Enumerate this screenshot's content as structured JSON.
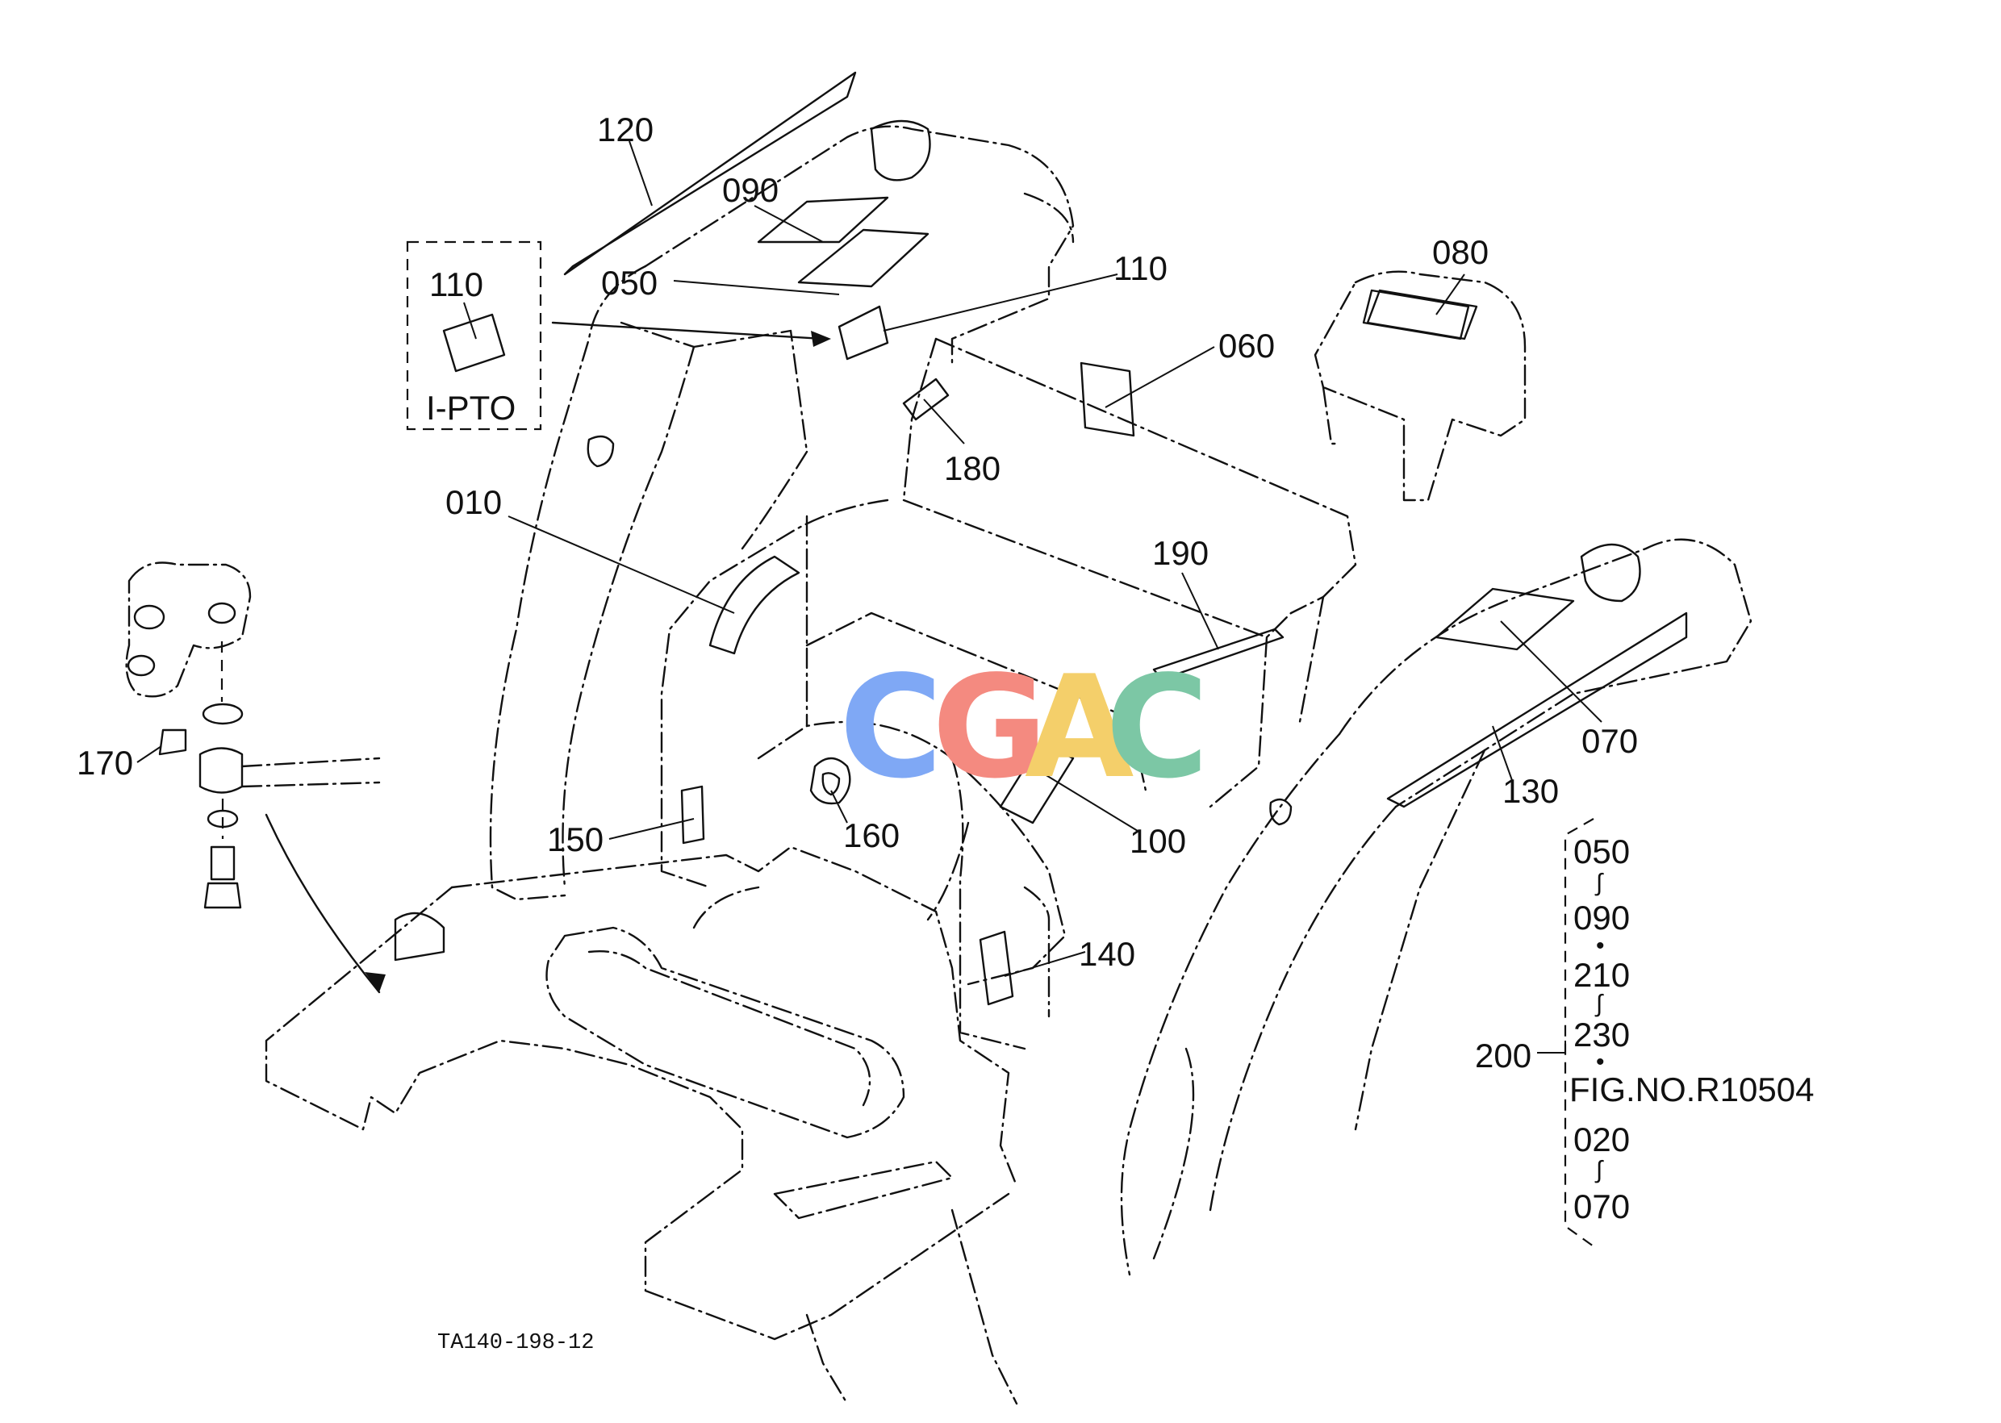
{
  "callouts": {
    "c120": "120",
    "c090": "090",
    "c110_top": "110",
    "c050": "050",
    "c110_inset": "110",
    "c080": "080",
    "c060": "060",
    "c180": "180",
    "c010": "010",
    "c190": "190",
    "c070": "070",
    "c130": "130",
    "c170": "170",
    "c150": "150",
    "c160": "160",
    "c100": "100",
    "c140": "140"
  },
  "inset": {
    "label": "I-PTO"
  },
  "group": {
    "ref": "200",
    "items": [
      "050",
      "090",
      "210",
      "230",
      "FIG.NO.R10504",
      "020",
      "070"
    ]
  },
  "figure_code": "TA140-198-12",
  "watermark": {
    "letters": [
      "C",
      "G",
      "A",
      "C"
    ],
    "colors": [
      "#7fa8f5",
      "#f48a80",
      "#f4cf6a",
      "#7cc7a5"
    ]
  }
}
